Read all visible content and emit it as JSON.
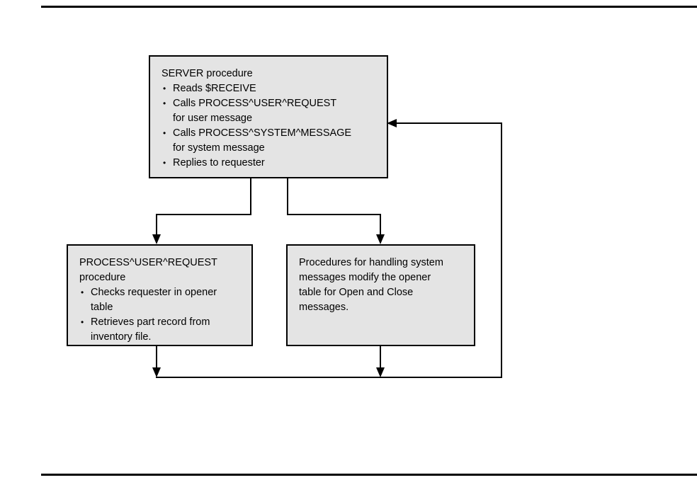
{
  "page": {
    "rules": {
      "top_label": "page-rule-top",
      "bottom_label": "page-rule-bottom"
    }
  },
  "diagram": {
    "type": "flowchart",
    "nodes": [
      {
        "id": "server",
        "title": "SERVER procedure",
        "bullets": [
          "Reads $RECEIVE",
          "Calls PROCESS^USER^REQUEST\nfor user message",
          "Calls PROCESS^SYSTEM^MESSAGE\nfor system message",
          "Replies to requester"
        ]
      },
      {
        "id": "user_request",
        "title": "PROCESS^USER^REQUEST\nprocedure",
        "bullets": [
          "Checks requester in opener\ntable",
          "Retrieves part record from\ninventory file."
        ]
      },
      {
        "id": "system_messages",
        "paragraph": "Procedures for handling system\nmessages modify the opener\ntable for Open and Close\nmessages."
      }
    ],
    "edges": [
      {
        "from": "server",
        "to": "user_request",
        "style": "elbow-down-left"
      },
      {
        "from": "server",
        "to": "system_messages",
        "style": "elbow-down-right"
      },
      {
        "from": "user_request",
        "to": "return_bus",
        "style": "down"
      },
      {
        "from": "system_messages",
        "to": "return_bus",
        "style": "down"
      },
      {
        "from": "return_bus",
        "to": "server",
        "style": "loop-up-left"
      }
    ]
  },
  "colors": {
    "node_fill": "#e4e4e4",
    "node_border": "#000000",
    "connector": "#000000",
    "background": "#ffffff"
  }
}
